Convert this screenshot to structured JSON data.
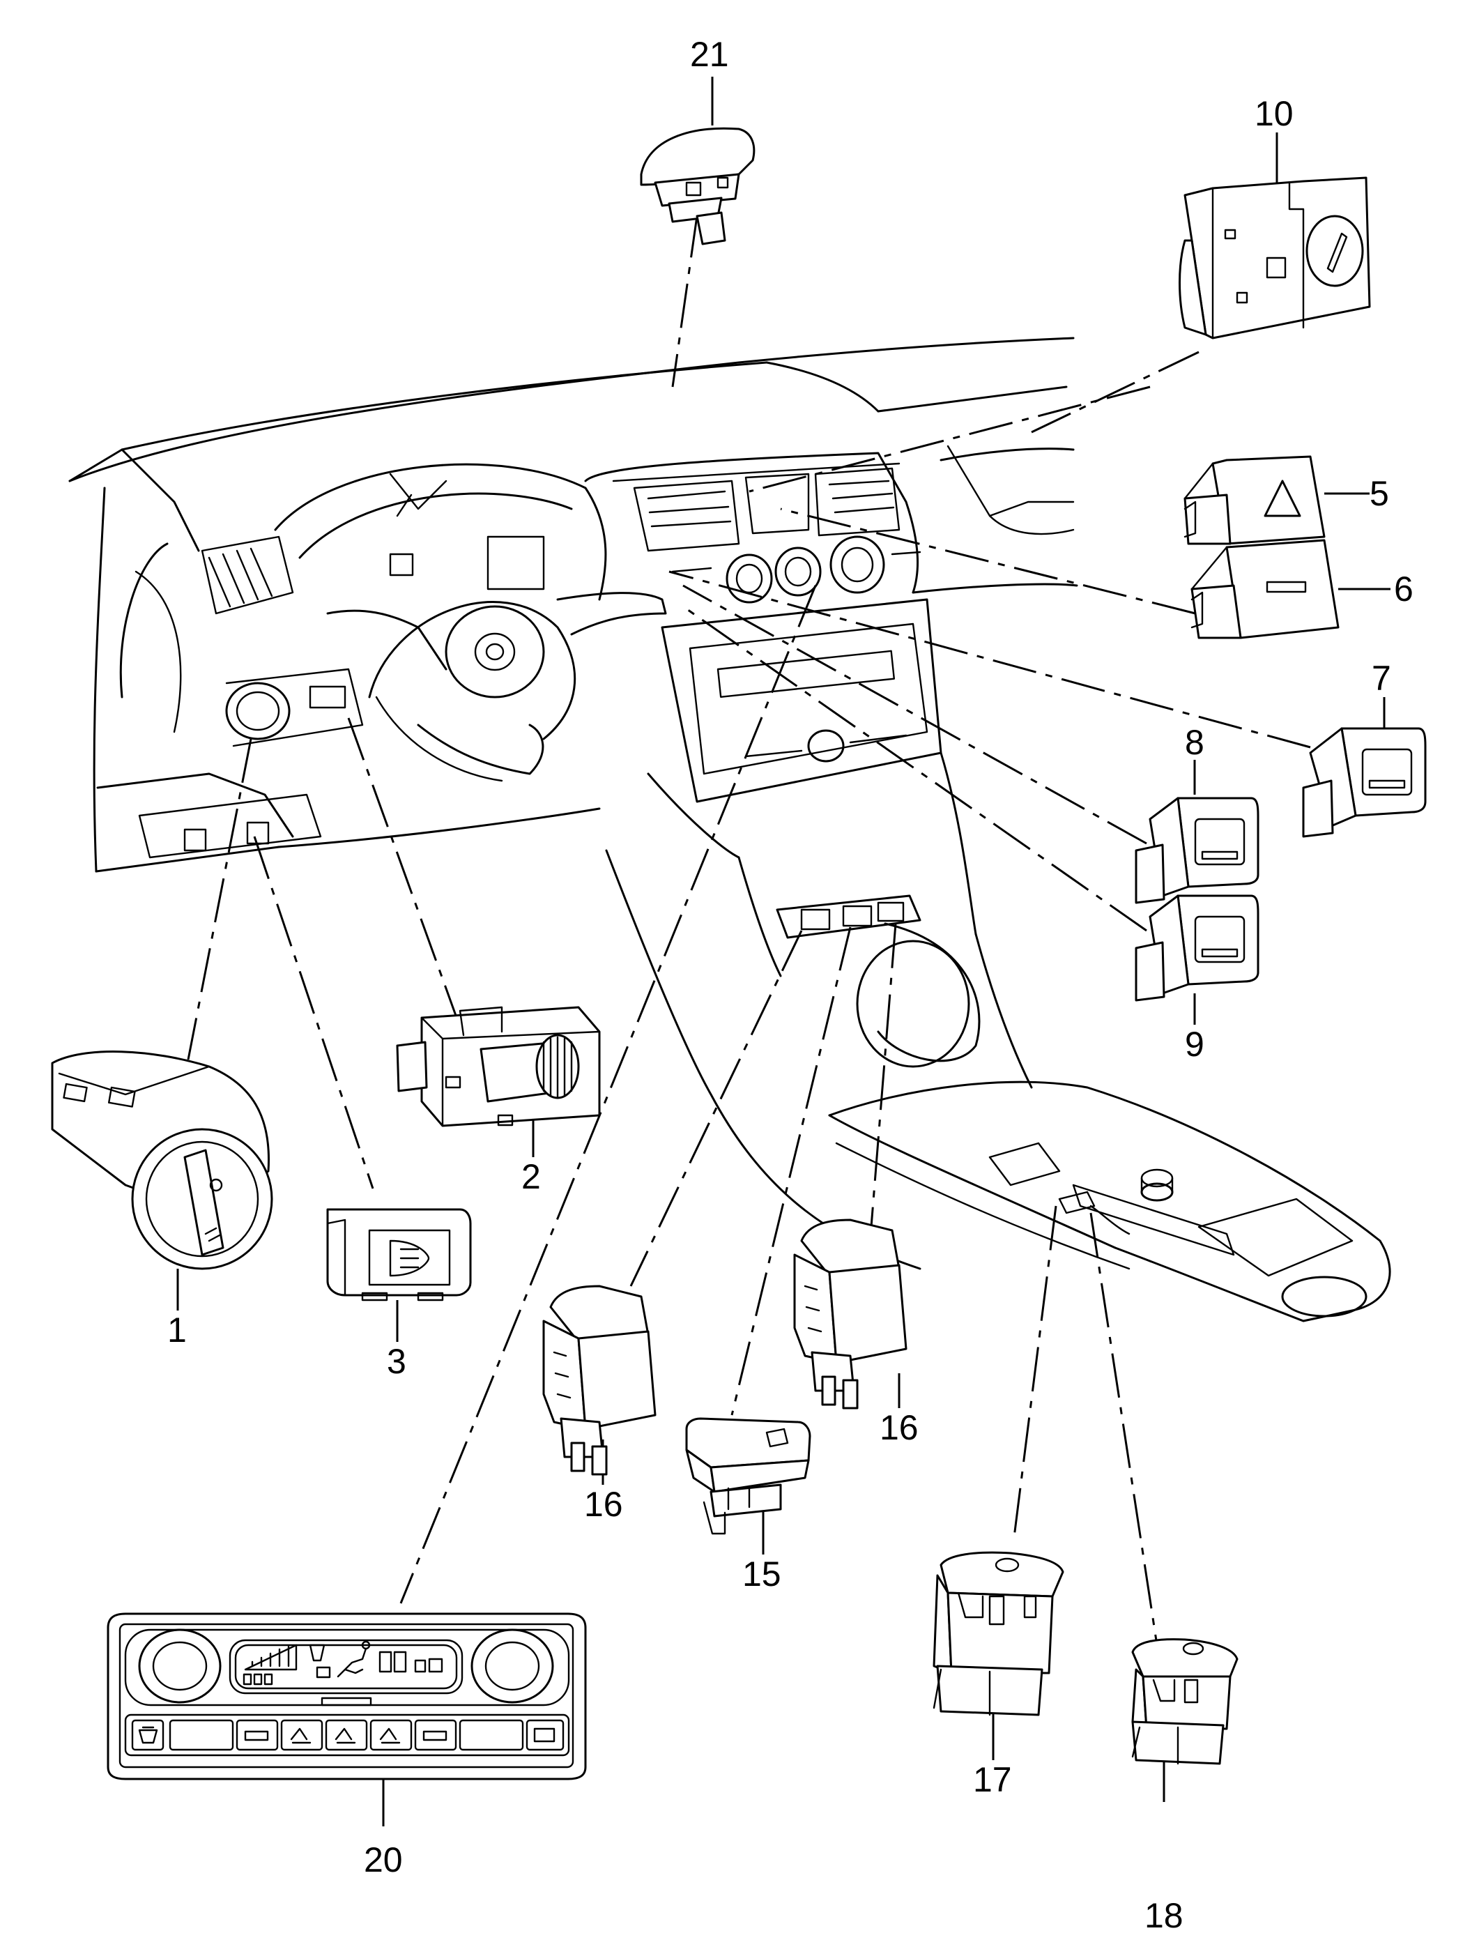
{
  "callouts": {
    "c1": "1",
    "c2": "2",
    "c3": "3",
    "c5": "5",
    "c6": "6",
    "c7": "7",
    "c8": "8",
    "c9": "9",
    "c10": "10",
    "c15": "15",
    "c16a": "16",
    "c16b": "16",
    "c17": "17",
    "c18": "18",
    "c20": "20",
    "c21": "21"
  }
}
